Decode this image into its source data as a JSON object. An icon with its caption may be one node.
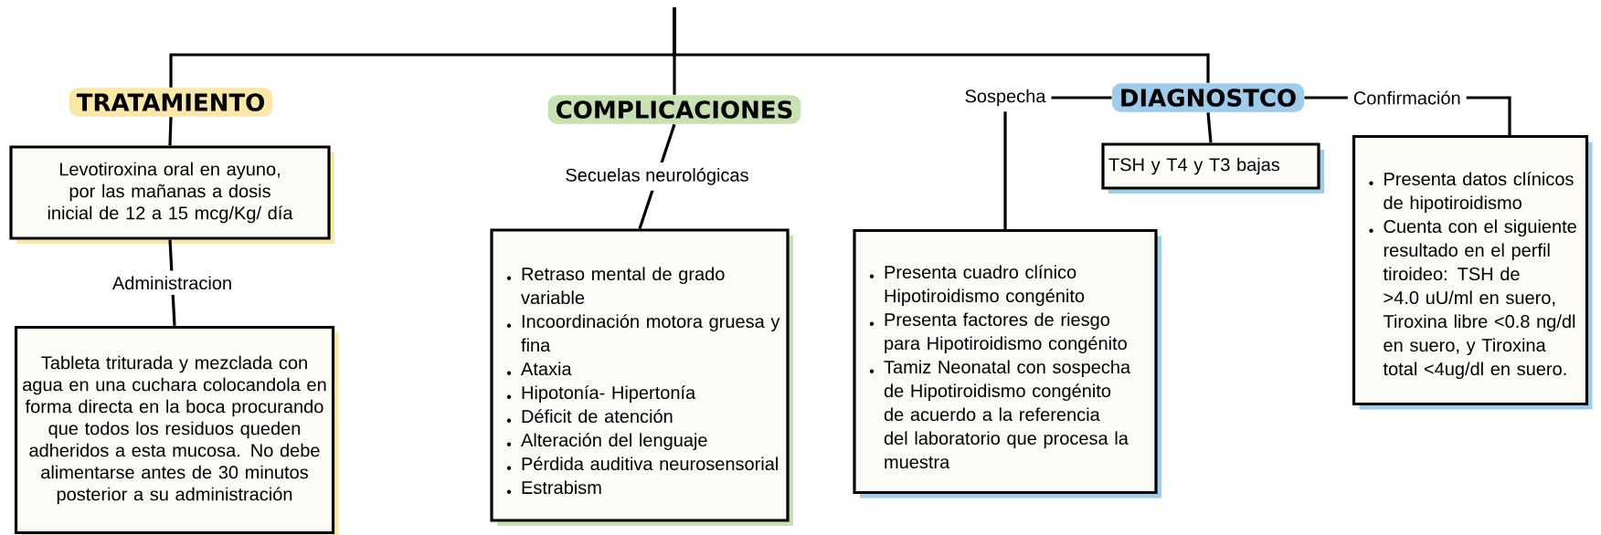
{
  "diagram": {
    "nodes": [
      {
        "text": [
          "TRATAMIENTO"
        ]
      },
      {
        "text": [
          "Levotiroxina oral en ayuno, por las mañanas a dosis inicial de 12 a 15 mcg/Kg/ día"
        ]
      },
      {
        "text": [
          "Tableta triturada y mezclada con agua en una cuchara colocandola en forma directa en la boca procurando que todos los residuos queden adheridos a esta mucosa. No debe alimentarse antes de 30 minutos posterior a su administración"
        ]
      },
      {
        "text": [
          "COMPLICACIONES"
        ]
      },
      {
        "text": [
          "Retraso mental de grado variable",
          "Incoordinación motora gruesa y fina",
          "Ataxia",
          "Hipotonía- Hipertonía",
          "Déficit de atención",
          "Alteración del lenguaje",
          "Pérdida auditiva neurosensorial",
          "Estrabism"
        ]
      },
      {
        "text": [
          "DIAGNOSTCO"
        ]
      },
      {
        "text": [
          "TSH y T4 y T3 bajas"
        ]
      },
      {
        "text": [
          "Presenta cuadro clínico Hipotiroidismo congénito",
          "Presenta factores de riesgo para Hipotiroidismo congénito",
          "Tamiz Neonatal con sospecha de Hipotiroidismo congénito de acuerdo a la referencia del laboratorio que procesa la muestra"
        ]
      },
      {
        "text": [
          "Presenta datos clínicos de hipotiroidismo",
          "Cuenta con el siguiente resultado en el perfil tiroideo: TSH de >4.0 uU/ml en suero, Tiroxina libre <0.8 ng/dl en suero, y Tiroxina total <4ug/dl en suero."
        ]
      }
    ],
    "edges": [
      {
        "from": null,
        "to": 0,
        "arrow": "none"
      },
      {
        "from": null,
        "to": 3,
        "arrow": "none"
      },
      {
        "from": null,
        "to": 5,
        "arrow": "none"
      },
      {
        "from": 0,
        "to": 1,
        "arrow": "none"
      },
      {
        "from": 1,
        "to": 2,
        "arrow": "none",
        "label": "Administracion"
      },
      {
        "from": 3,
        "to": 4,
        "arrow": "none",
        "label": "Secuelas neurológicas"
      },
      {
        "from": 5,
        "to": 7,
        "arrow": "none",
        "label": "Sospecha"
      },
      {
        "from": 5,
        "to": 6,
        "arrow": "none"
      },
      {
        "from": 5,
        "to": 8,
        "arrow": "none",
        "label": "Confirmación"
      }
    ]
  }
}
